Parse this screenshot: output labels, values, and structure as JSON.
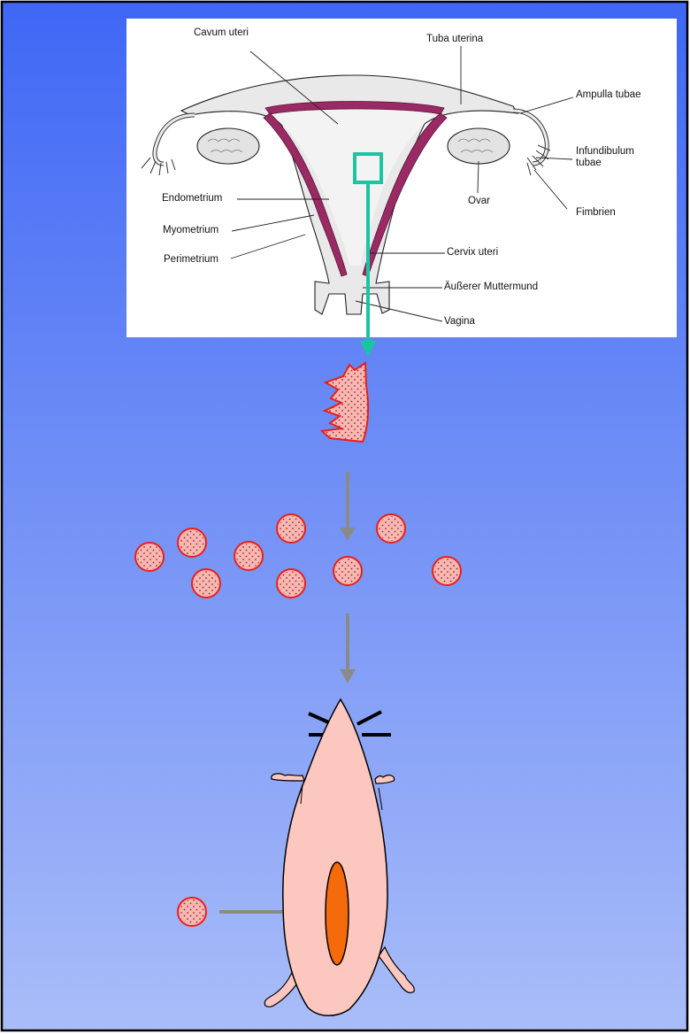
{
  "diagram": {
    "labels": {
      "cavum_uteri": "Cavum uteri",
      "tuba_uterina": "Tuba uterina",
      "ampulla_tubae": "Ampulla tubae",
      "infundibulum_tubae": "Infundibulum tubae",
      "ovar": "Ovar",
      "fimbrien": "Fimbrien",
      "endometrium": "Endometrium",
      "myometrium": "Myometrium",
      "perimetrium": "Perimetrium",
      "cervix_uteri": "Cervix uteri",
      "ausserer_muttermund": "Äußerer Muttermund",
      "vagina": "Vagina"
    },
    "colors": {
      "background_top": "#3f67f5",
      "background_bottom": "#a9bdf8",
      "tissue_fill": "#f7b7b3",
      "tissue_stroke": "#e8201c",
      "endometrium": "#9a2a63",
      "highlight_box": "#19c6a0",
      "process_arrow": "#8a8a8a",
      "animal_body": "#fcc7bf",
      "injection_site": "#f56a0a"
    }
  }
}
